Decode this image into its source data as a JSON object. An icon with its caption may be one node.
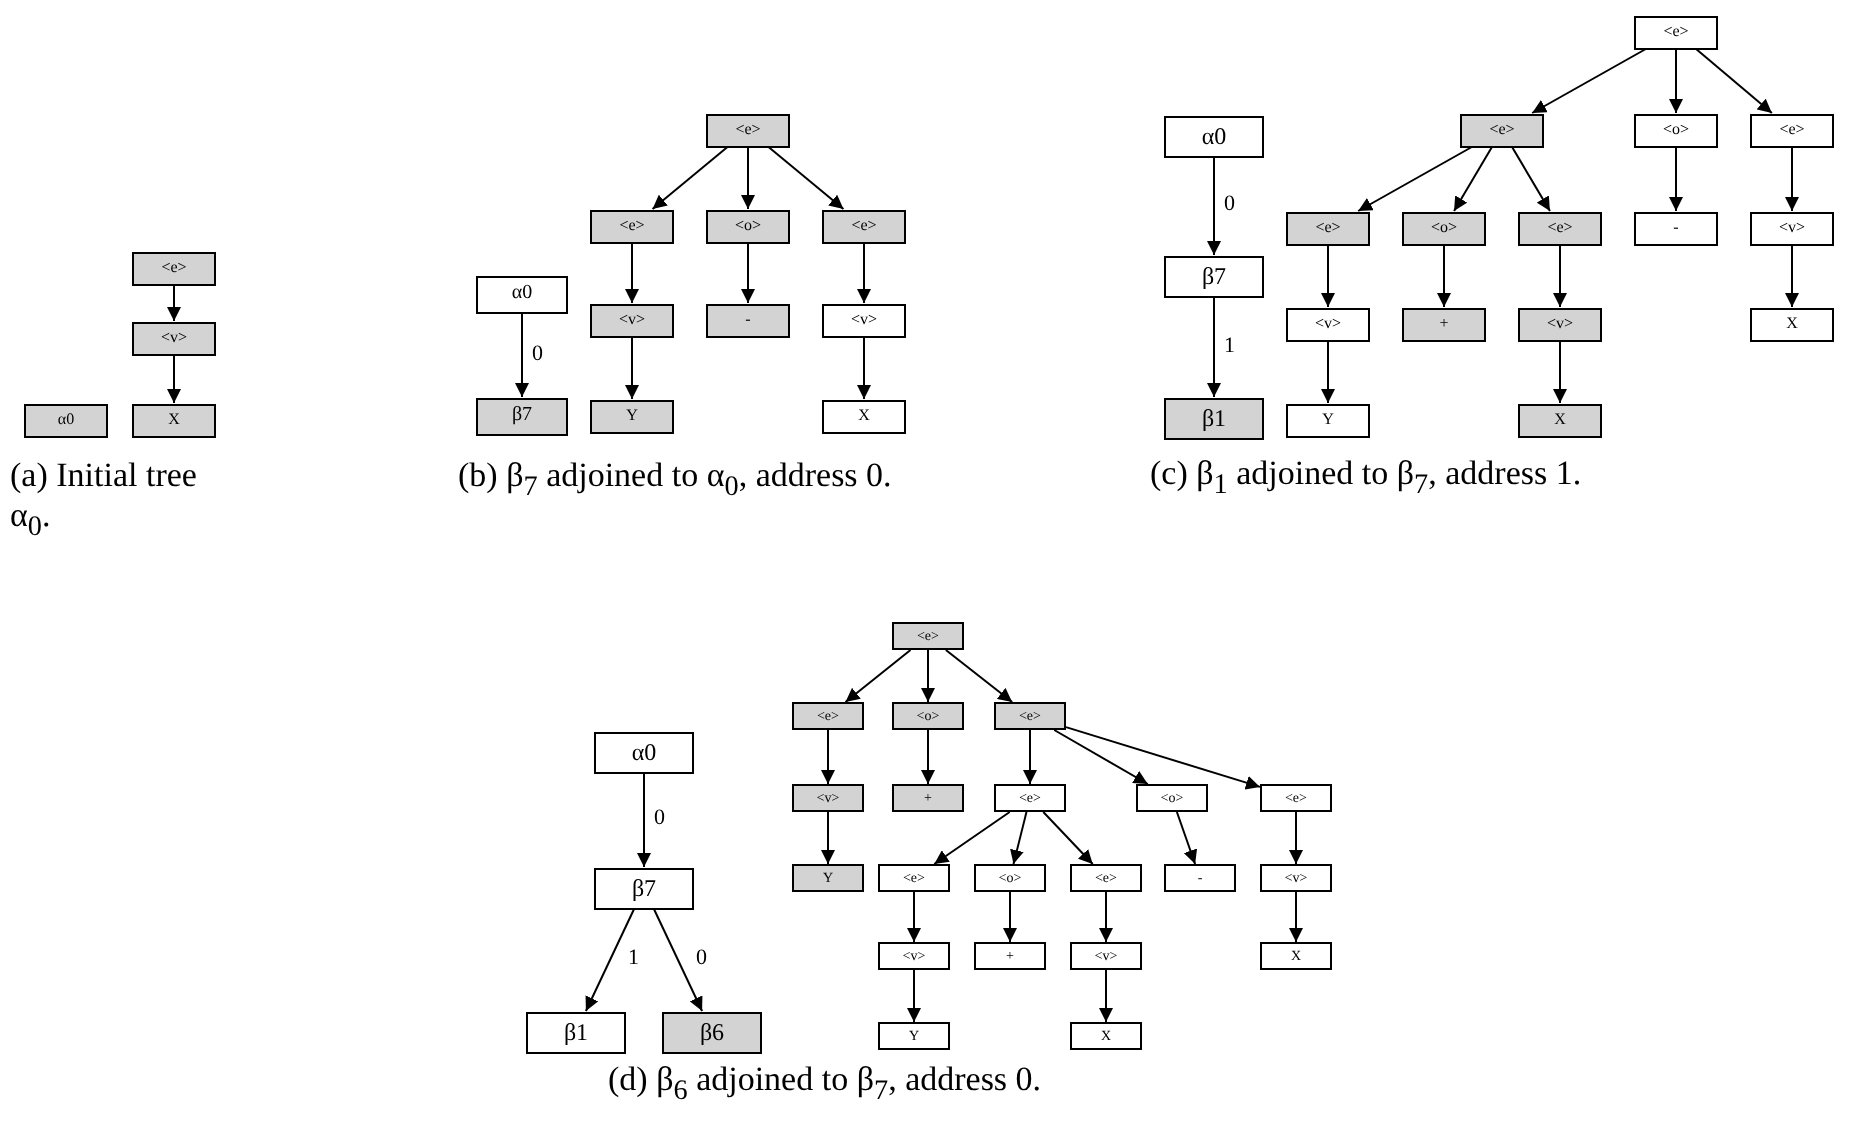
{
  "diagram": {
    "nodes": [
      {
        "text": [
          "<e>"
        ]
      },
      {
        "text": [
          "<v>"
        ]
      },
      {
        "text": [
          "α0"
        ]
      },
      {
        "text": [
          "X"
        ]
      },
      {
        "text": [
          "<e>"
        ]
      },
      {
        "text": [
          "α0"
        ]
      },
      {
        "text": [
          "<e>"
        ]
      },
      {
        "text": [
          "<o>"
        ]
      },
      {
        "text": [
          "<e>"
        ]
      },
      {
        "text": [
          "<v>"
        ]
      },
      {
        "text": [
          "-"
        ]
      },
      {
        "text": [
          "<v>"
        ]
      },
      {
        "text": [
          "β7"
        ]
      },
      {
        "text": [
          "Y"
        ]
      },
      {
        "text": [
          "X"
        ]
      },
      {
        "text": [
          "<e>"
        ]
      },
      {
        "text": [
          "α0"
        ]
      },
      {
        "text": [
          "<e>"
        ]
      },
      {
        "text": [
          "<o>"
        ]
      },
      {
        "text": [
          "<e>"
        ]
      },
      {
        "text": [
          "<e>"
        ]
      },
      {
        "text": [
          "<o>"
        ]
      },
      {
        "text": [
          "<e>"
        ]
      },
      {
        "text": [
          "-"
        ]
      },
      {
        "text": [
          "<v>"
        ]
      },
      {
        "text": [
          "β7"
        ]
      },
      {
        "text": [
          "<v>"
        ]
      },
      {
        "text": [
          "+"
        ]
      },
      {
        "text": [
          "<v>"
        ]
      },
      {
        "text": [
          "X"
        ]
      },
      {
        "text": [
          "β1"
        ]
      },
      {
        "text": [
          "Y"
        ]
      },
      {
        "text": [
          "X"
        ]
      },
      {
        "text": [
          "<e>"
        ]
      },
      {
        "text": [
          "<e>"
        ]
      },
      {
        "text": [
          "<o>"
        ]
      },
      {
        "text": [
          "<e>"
        ]
      },
      {
        "text": [
          "α0"
        ]
      },
      {
        "text": [
          "<v>"
        ]
      },
      {
        "text": [
          "+"
        ]
      },
      {
        "text": [
          "<e>"
        ]
      },
      {
        "text": [
          "<o>"
        ]
      },
      {
        "text": [
          "<e>"
        ]
      },
      {
        "text": [
          "Y"
        ]
      },
      {
        "text": [
          "<e>"
        ]
      },
      {
        "text": [
          "<o>"
        ]
      },
      {
        "text": [
          "<e>"
        ]
      },
      {
        "text": [
          "-"
        ]
      },
      {
        "text": [
          "<v>"
        ]
      },
      {
        "text": [
          "β7"
        ]
      },
      {
        "text": [
          "<v>"
        ]
      },
      {
        "text": [
          "+"
        ]
      },
      {
        "text": [
          "<v>"
        ]
      },
      {
        "text": [
          "X"
        ]
      },
      {
        "text": [
          "β1"
        ]
      },
      {
        "text": [
          "β6"
        ]
      },
      {
        "text": [
          "Y"
        ]
      },
      {
        "text": [
          "X"
        ]
      }
    ],
    "edges": [
      {
        "from": 0,
        "to": 1,
        "arrow": "to"
      },
      {
        "from": 1,
        "to": 3,
        "arrow": "to"
      },
      {
        "from": 4,
        "to": 6,
        "arrow": "to"
      },
      {
        "from": 4,
        "to": 7,
        "arrow": "to"
      },
      {
        "from": 4,
        "to": 8,
        "arrow": "to"
      },
      {
        "from": 6,
        "to": 9,
        "arrow": "to"
      },
      {
        "from": 7,
        "to": 10,
        "arrow": "to"
      },
      {
        "from": 8,
        "to": 11,
        "arrow": "to"
      },
      {
        "from": 9,
        "to": 13,
        "arrow": "to"
      },
      {
        "from": 11,
        "to": 14,
        "arrow": "to"
      },
      {
        "from": 5,
        "to": 12,
        "arrow": "to",
        "label": "0"
      },
      {
        "from": 15,
        "to": 17,
        "arrow": "to"
      },
      {
        "from": 15,
        "to": 18,
        "arrow": "to"
      },
      {
        "from": 15,
        "to": 19,
        "arrow": "to"
      },
      {
        "from": 17,
        "to": 20,
        "arrow": "to"
      },
      {
        "from": 17,
        "to": 21,
        "arrow": "to"
      },
      {
        "from": 17,
        "to": 22,
        "arrow": "to"
      },
      {
        "from": 18,
        "to": 23,
        "arrow": "to"
      },
      {
        "from": 19,
        "to": 24,
        "arrow": "to"
      },
      {
        "from": 20,
        "to": 26,
        "arrow": "to"
      },
      {
        "from": 21,
        "to": 27,
        "arrow": "to"
      },
      {
        "from": 22,
        "to": 28,
        "arrow": "to"
      },
      {
        "from": 24,
        "to": 29,
        "arrow": "to"
      },
      {
        "from": 26,
        "to": 31,
        "arrow": "to"
      },
      {
        "from": 28,
        "to": 32,
        "arrow": "to"
      },
      {
        "from": 16,
        "to": 25,
        "arrow": "to",
        "label": "0"
      },
      {
        "from": 25,
        "to": 30,
        "arrow": "to",
        "label": "1"
      },
      {
        "from": 33,
        "to": 34,
        "arrow": "to"
      },
      {
        "from": 33,
        "to": 35,
        "arrow": "to"
      },
      {
        "from": 33,
        "to": 36,
        "arrow": "to"
      },
      {
        "from": 34,
        "to": 38,
        "arrow": "to"
      },
      {
        "from": 35,
        "to": 39,
        "arrow": "to"
      },
      {
        "from": 36,
        "to": 40,
        "arrow": "to"
      },
      {
        "from": 36,
        "to": 41,
        "arrow": "to"
      },
      {
        "from": 36,
        "to": 42,
        "arrow": "to"
      },
      {
        "from": 38,
        "to": 43,
        "arrow": "to"
      },
      {
        "from": 40,
        "to": 44,
        "arrow": "to"
      },
      {
        "from": 40,
        "to": 45,
        "arrow": "to"
      },
      {
        "from": 40,
        "to": 46,
        "arrow": "to"
      },
      {
        "from": 41,
        "to": 47,
        "arrow": "to"
      },
      {
        "from": 42,
        "to": 48,
        "arrow": "to"
      },
      {
        "from": 44,
        "to": 50,
        "arrow": "to"
      },
      {
        "from": 45,
        "to": 51,
        "arrow": "to"
      },
      {
        "from": 46,
        "to": 52,
        "arrow": "to"
      },
      {
        "from": 48,
        "to": 53,
        "arrow": "to"
      },
      {
        "from": 50,
        "to": 56,
        "arrow": "to"
      },
      {
        "from": 52,
        "to": 57,
        "arrow": "to"
      },
      {
        "from": 37,
        "to": 49,
        "arrow": "to",
        "label": "0"
      },
      {
        "from": 49,
        "to": 54,
        "arrow": "to",
        "label": "1"
      },
      {
        "from": 49,
        "to": 55,
        "arrow": "to",
        "label": "0"
      }
    ],
    "labels": [
      "(a) Initial tree α$_{0}$.",
      "(b) β$_{7}$ adjoined to α$_{0}$, address 0.",
      "(c) β$_{1}$ adjoined to β$_{7}$, address 1.",
      "(d) β$_{6}$ adjoined to β$_{7}$, address 0."
    ]
  }
}
